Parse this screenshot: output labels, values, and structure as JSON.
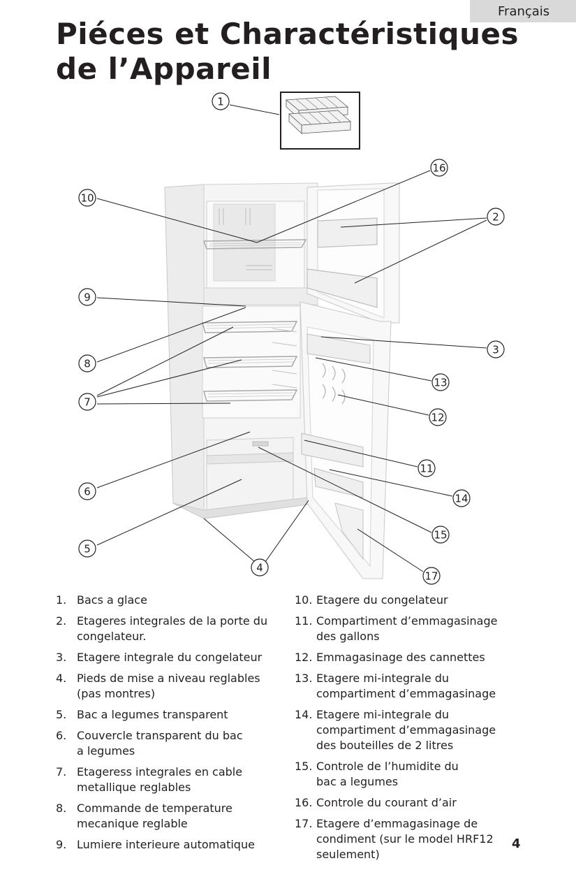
{
  "header": {
    "language_tab": "Français",
    "title_line1": "Piéces et Charactéristiques",
    "title_line2": "de l’Appareil"
  },
  "callouts": [
    "1",
    "2",
    "3",
    "4",
    "5",
    "6",
    "7",
    "8",
    "9",
    "10",
    "11",
    "12",
    "13",
    "14",
    "15",
    "16",
    "17"
  ],
  "parts_left": [
    {
      "num": "1.",
      "text": "Bacs a glace"
    },
    {
      "num": "2.",
      "text": "Etageres integrales de la porte du\ncongelateur."
    },
    {
      "num": "3.",
      "text": "Etagere integrale du congelateur"
    },
    {
      "num": "4.",
      "text": "Pieds de mise a niveau reglables\n(pas montres)"
    },
    {
      "num": "5.",
      "text": "Bac a legumes transparent"
    },
    {
      "num": "6.",
      "text": "Couvercle transparent du bac\na legumes"
    },
    {
      "num": "7.",
      "text": "Etageress integrales en cable\nmetallique reglables"
    },
    {
      "num": "8.",
      "text": "Commande de temperature\nmecanique reglable"
    },
    {
      "num": "9.",
      "text": "Lumiere interieure automatique"
    }
  ],
  "parts_right": [
    {
      "num": "10.",
      "text": "Etagere du congelateur"
    },
    {
      "num": "11.",
      "text": "Compartiment d’emmagasinage\ndes gallons"
    },
    {
      "num": "12.",
      "text": "Emmagasinage des cannettes"
    },
    {
      "num": "13.",
      "text": "Etagere mi-integrale du\ncompartiment d’emmagasinage"
    },
    {
      "num": "14.",
      "text": "Etagere mi-integrale du\ncompartiment d’emmagasinage\ndes bouteilles de 2 litres"
    },
    {
      "num": "15.",
      "text": "Controle de l’humidite du\nbac a legumes"
    },
    {
      "num": "16.",
      "text": "Controle du courant d’air"
    },
    {
      "num": "17.",
      "text": "Etagere d’emmagasinage de\ncondiment  (sur le model HRF12\nseulement)"
    }
  ],
  "page_number": "4"
}
